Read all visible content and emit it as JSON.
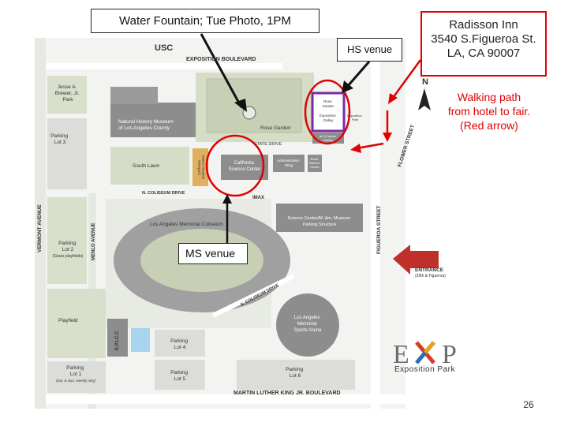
{
  "annotations": {
    "title": "Water Fountain; Tue Photo, 1PM",
    "hs_venue": "HS venue",
    "ms_venue": "MS venue",
    "hotel_lines": [
      "Radisson Inn",
      "3540 S.Figueroa St.",
      "LA, CA 90007"
    ],
    "walking_note_lines": [
      "Walking path",
      "from hotel to fair.",
      "(Red arrow)"
    ],
    "page_number": "26"
  },
  "map_labels": {
    "usc": "USC",
    "exposition_blvd": "EXPOSITION BOULEVARD",
    "park": [
      "Jesse A.",
      "Brewer, Jr.",
      "Park"
    ],
    "museum": [
      "Natural History Museum",
      "of Los Angeles County"
    ],
    "rose_garden": "Rose Garden",
    "state_drive": "STATE DRIVE",
    "south_lawn": "South Lawn",
    "parking3": [
      "Parking",
      "Lot 3"
    ],
    "parking2": [
      "Parking",
      "Lot 2"
    ],
    "parking2_sub": "(Grass playfields)",
    "parking4": [
      "Parking",
      "Lot 4"
    ],
    "parking5": [
      "Parking",
      "Lot 5"
    ],
    "parking1": [
      "Parking",
      "Lot 1"
    ],
    "parking1_sub": "(Sat. & Sun. weekly only)",
    "parking6": [
      "Parking",
      "Lot 6"
    ],
    "california_science": [
      "California",
      "Science Center"
    ],
    "science_school": [
      "California",
      "Science Center",
      "School"
    ],
    "admin": [
      "Administration",
      "Wing"
    ],
    "north_science": [
      "North",
      "Science",
      "Center"
    ],
    "rose_small": [
      "Rose",
      "Garden"
    ],
    "n_coliseum": "N. COLISEUM DRIVE",
    "imax": "IMAX",
    "coliseum": "Los Angeles Memorial Coliseum",
    "parking_structure": [
      "Science Center/Af. Am. Museum",
      "Parking Structure"
    ],
    "aerospace": [
      "Air & Space",
      "Gallery"
    ],
    "exposition_center": [
      "Exposition",
      "Park"
    ],
    "vermont": "VERMONT AVENUE",
    "menlo": "MENLO AVENUE",
    "figueroa": "FIGUEROA STREET",
    "flower": "FLOWER STREET",
    "coliseum_drive": "S. COLISEUM DRIVE",
    "sports_arena": [
      "Los Angeles",
      "Memorial",
      "Sports Arena"
    ],
    "playfield": "Playfield",
    "epicc": "E.P.I.C.C.",
    "mlk": "MARTIN LUTHER KING JR. BOULEVARD",
    "entrance": "ENTRANCE",
    "entrance_sub": "(39th & Figueroa)",
    "north": "N",
    "gallery_small": [
      "Exposition",
      "Galley"
    ]
  },
  "logo": {
    "letters": [
      "E",
      "X",
      "P"
    ],
    "subtitle": "Exposition Park"
  },
  "colors": {
    "highlight": "#e00000",
    "arrow": "#111111",
    "building": "#8d8d8d",
    "lawn": "#d5ddc6",
    "purple": "#7b2aa6",
    "entrance_arrow": "#c0302a"
  }
}
